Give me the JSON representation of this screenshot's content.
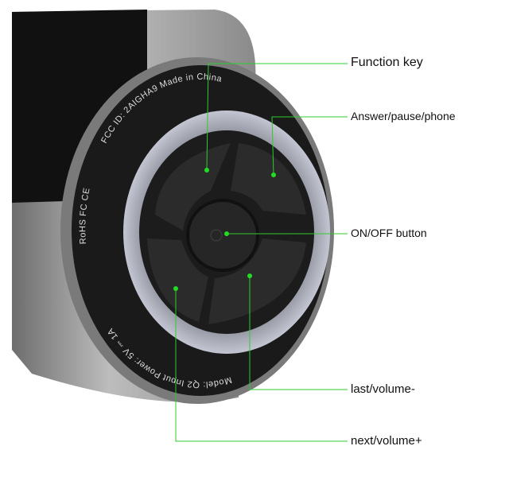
{
  "annotations": {
    "function_key": "Function key",
    "answer": "Answer/pause/phone",
    "on_off": "ON/OFF button",
    "last_volume": "last/volume-",
    "next_volume": "next/volume+"
  },
  "device_markings": {
    "top_text": "FCC ID:  2AIGHA9  Made in China",
    "bottom_text": "Model: Q2  Input Power: 5V ⎓ 1A",
    "cert_marks": "RoHS  FC  CE"
  },
  "colors": {
    "leader_line": "#2ecc2e",
    "dot": "#22dd22"
  }
}
